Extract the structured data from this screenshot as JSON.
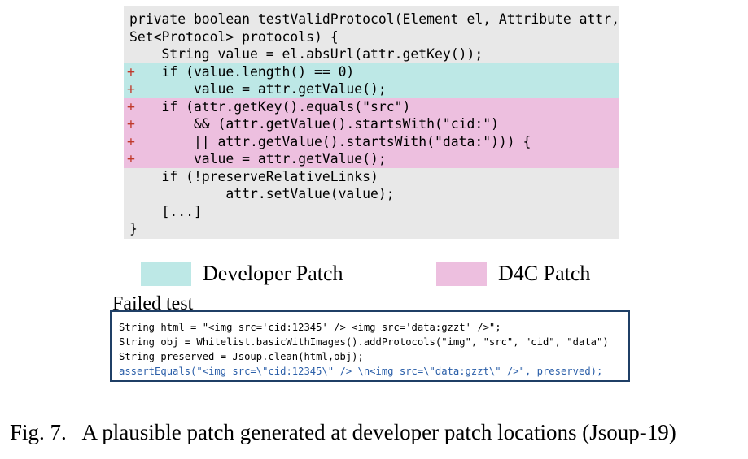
{
  "code": {
    "lines": [
      {
        "marker": "",
        "kind": "plain",
        "text": "private boolean testValidProtocol(Element el, Attribute attr,"
      },
      {
        "marker": "",
        "kind": "plain",
        "text": "Set<Protocol> protocols) {"
      },
      {
        "marker": "",
        "kind": "plain",
        "text": "    String value = el.absUrl(attr.getKey());"
      },
      {
        "marker": "+",
        "kind": "dev",
        "text": "    if (value.length() == 0)"
      },
      {
        "marker": "+",
        "kind": "dev",
        "text": "        value = attr.getValue();"
      },
      {
        "marker": "+",
        "kind": "d4c",
        "text": "    if (attr.getKey().equals(\"src\")"
      },
      {
        "marker": "+",
        "kind": "d4c",
        "text": "        && (attr.getValue().startsWith(\"cid:\")"
      },
      {
        "marker": "+",
        "kind": "d4c",
        "text": "        || attr.getValue().startsWith(\"data:\"))) {"
      },
      {
        "marker": "+",
        "kind": "d4c",
        "text": "        value = attr.getValue();"
      },
      {
        "marker": "",
        "kind": "plain",
        "text": "    if (!preserveRelativeLinks)"
      },
      {
        "marker": "",
        "kind": "plain",
        "text": "            attr.setValue(value);"
      },
      {
        "marker": "",
        "kind": "plain",
        "text": "    [...]"
      },
      {
        "marker": "",
        "kind": "plain",
        "text": "}"
      }
    ]
  },
  "legend": {
    "developer": {
      "label": "Developer Patch",
      "color": "#bde8e6"
    },
    "d4c": {
      "label": "D4C Patch",
      "color": "#edbfdf"
    }
  },
  "failed_test": {
    "title": "Failed test",
    "lines": [
      "String html = \"<img src='cid:12345' /> <img src='data:gzzt' />\";",
      "String obj = Whitelist.basicWithImages().addProtocols(\"img\", \"src\", \"cid\", \"data\")",
      "String preserved = Jsoup.clean(html,obj);",
      "assertEquals(\"<img src=\\\"cid:12345\\\" /> \\n<img src=\\\"data:gzzt\\\" />\", preserved);"
    ]
  },
  "caption": "Fig. 7.   A plausible patch generated at developer patch locations (Jsoup-19)"
}
